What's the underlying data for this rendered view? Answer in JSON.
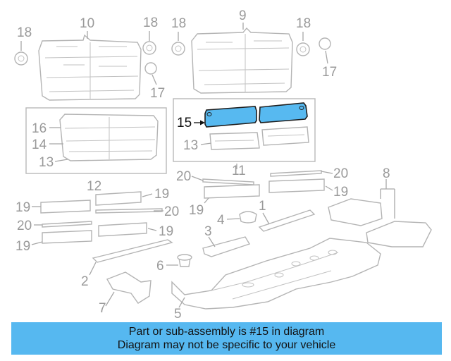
{
  "callouts": {
    "c1": "1",
    "c2": "2",
    "c3": "3",
    "c4": "4",
    "c5": "5",
    "c6": "6",
    "c7": "7",
    "c8": "8",
    "c9": "9",
    "c10": "10",
    "c11": "11",
    "c12": "12",
    "c13": "13",
    "c14": "14",
    "c15": "15",
    "c16": "16",
    "c17": "17",
    "c18": "18",
    "c19": "19",
    "c20": "20"
  },
  "highlight_part": "15",
  "caption": {
    "line1": "Part or sub-assembly is #15 in diagram",
    "line2": "Diagram may not be specific to your vehicle"
  },
  "colors": {
    "highlight": "#57b9f0",
    "banner": "#56b8f0",
    "line": "#b4b4b4",
    "label": "#9a9a9a"
  }
}
